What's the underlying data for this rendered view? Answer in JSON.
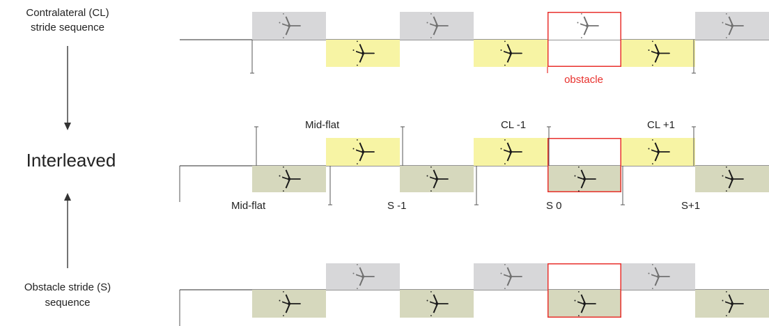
{
  "labels": {
    "cl_line1": "Contralateral (CL)",
    "cl_line2": "stride sequence",
    "interleaved": "Interleaved",
    "s_line1": "Obstacle stride (S)",
    "s_line2": "sequence",
    "obstacle": "obstacle"
  },
  "rows": {
    "cl": [
      {
        "kind": "grey",
        "level": "up"
      },
      {
        "kind": "yellow",
        "level": "down"
      },
      {
        "kind": "grey",
        "level": "up"
      },
      {
        "kind": "yellow",
        "level": "down"
      },
      {
        "kind": "obstacle",
        "level": "up"
      },
      {
        "kind": "yellow",
        "level": "down"
      },
      {
        "kind": "grey",
        "level": "up"
      }
    ],
    "interleaved": [
      {
        "kind": "olive",
        "level": "down",
        "label": "Mid-flat",
        "label_pos": "below-left"
      },
      {
        "kind": "yellow",
        "level": "up",
        "label": "Mid-flat",
        "label_pos": "above-left"
      },
      {
        "kind": "olive",
        "level": "down",
        "label": "S -1",
        "label_pos": "below-left"
      },
      {
        "kind": "yellow",
        "level": "up",
        "label": "CL -1",
        "label_pos": "above-center"
      },
      {
        "kind": "olive-obstacle",
        "level": "down",
        "label": "S 0",
        "label_pos": "below-left"
      },
      {
        "kind": "yellow",
        "level": "up",
        "label": "CL +1",
        "label_pos": "above-center"
      },
      {
        "kind": "olive",
        "level": "down",
        "label": "S+1",
        "label_pos": "below-left"
      }
    ],
    "s": [
      {
        "kind": "olive",
        "level": "down"
      },
      {
        "kind": "grey",
        "level": "up"
      },
      {
        "kind": "olive",
        "level": "down"
      },
      {
        "kind": "grey",
        "level": "up"
      },
      {
        "kind": "olive-obstacle",
        "level": "down"
      },
      {
        "kind": "grey",
        "level": "up"
      },
      {
        "kind": "olive",
        "level": "down"
      }
    ]
  },
  "colors": {
    "grey": "#d7d7d9",
    "yellow": "#f7f4a4",
    "olive": "#d6d8bd",
    "obstacle_border": "#e8302c",
    "line": "#555555",
    "foot_dark": "#1a1a1a",
    "foot_grey": "#707070"
  }
}
